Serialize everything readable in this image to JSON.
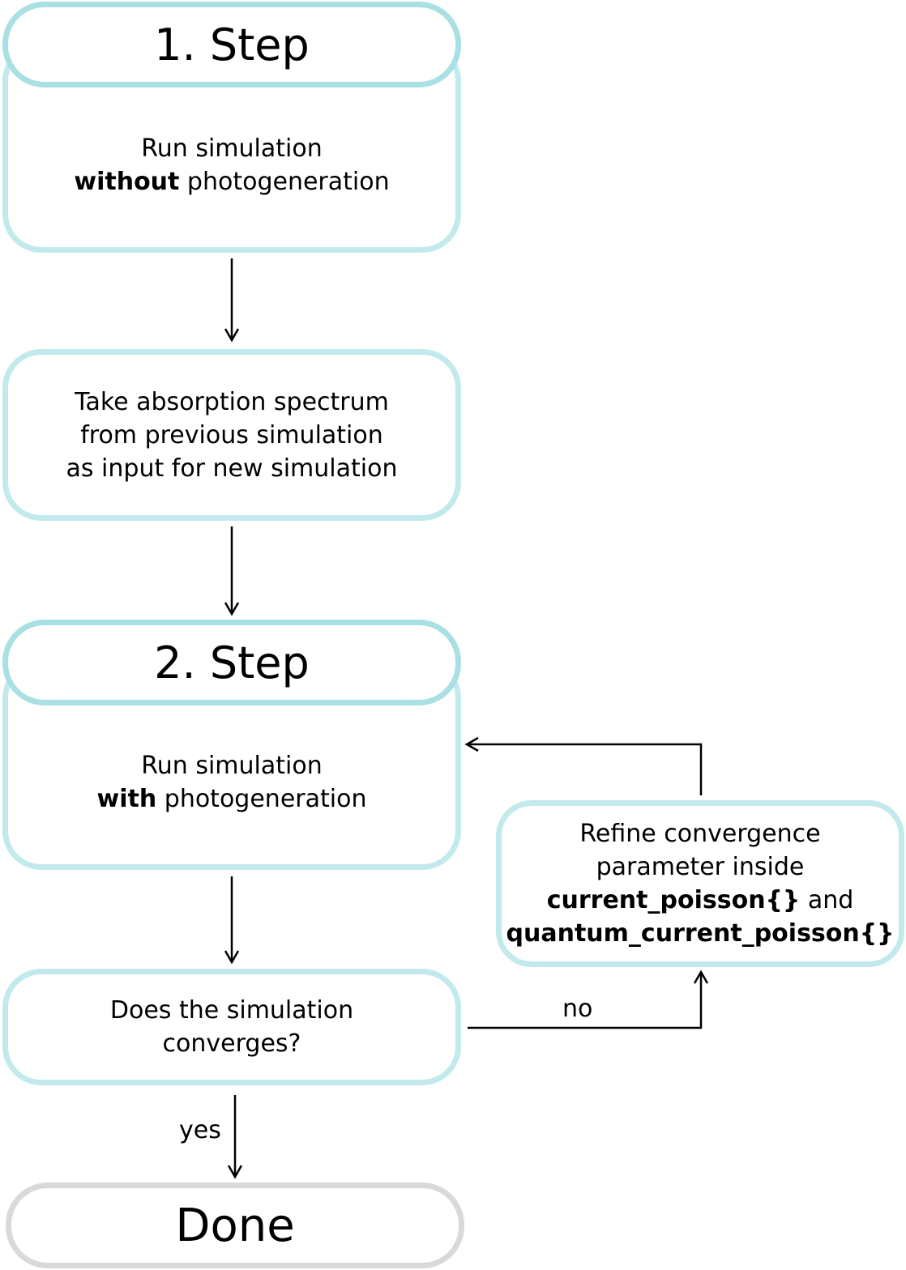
{
  "step1": {
    "title": "1. Step",
    "line1": "Run simulation",
    "line2_bold": "without",
    "line2_rest": " photogeneration"
  },
  "absorption": {
    "line1": "Take absorption spectrum",
    "line2": "from previous simulation",
    "line3": "as input for new simulation"
  },
  "step2": {
    "title": "2. Step",
    "line1": "Run simulation",
    "line2_bold": "with",
    "line2_rest": " photogeneration"
  },
  "check": {
    "line1": "Does the simulation",
    "line2": "converges?"
  },
  "refine": {
    "line1": "Refine convergence",
    "line2": "parameter inside",
    "line3_bold": "current_poisson{}",
    "line3_rest": " and",
    "line4_bold": "quantum_current_poisson{}"
  },
  "labels": {
    "no": "no",
    "yes": "yes"
  },
  "done": {
    "title": "Done"
  },
  "colors": {
    "box_border": "#c2eaed",
    "header_border": "#a8e0e3",
    "done_border": "#d9d9d9",
    "arrow": "#000000"
  }
}
